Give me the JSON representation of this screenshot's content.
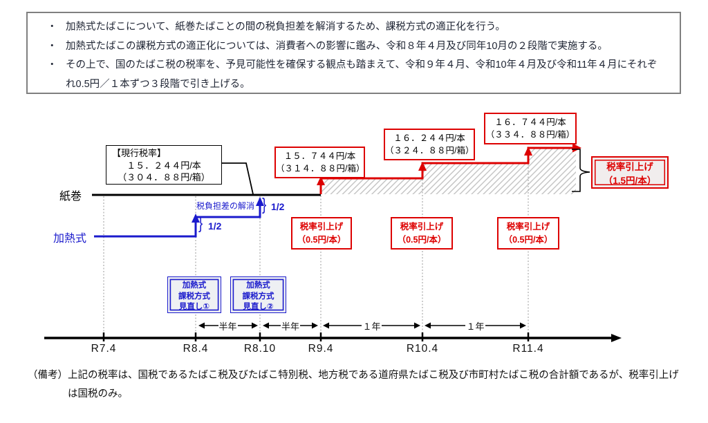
{
  "notes": {
    "bullet": "・",
    "items": [
      "加熱式たばこについて、紙巻たばことの間の税負担差を解消するため、課税方式の適正化を行う。",
      "加熱式たばこの課税方式の適正化については、消費者への影響に鑑み、令和８年４月及び同年10月の２段階で実施する。",
      "その上で、国のたばこ税の税率を、予見可能性を確保する観点も踏まえて、令和９年４月、令和10年４月及び令和11年４月にそれぞれ0.5円／１本ずつ３段階で引き上げる。"
    ]
  },
  "diagram": {
    "current_tax": {
      "title": "【現行税率】",
      "per_stick": "１５．２４４円/本",
      "per_pack": "（３０４．８８円/箱）"
    },
    "prices": [
      {
        "per_stick": "１５．７４４円/本",
        "per_pack": "（３１４．８８円/箱）"
      },
      {
        "per_stick": "１６．２４４円/本",
        "per_pack": "（３２４．８８円/箱）"
      },
      {
        "per_stick": "１６．７４４円/本",
        "per_pack": "（３３４．８８円/箱）"
      }
    ],
    "step_increases": [
      {
        "title": "税率引上げ",
        "amount": "（0.5円/本）"
      },
      {
        "title": "税率引上げ",
        "amount": "（0.5円/本）"
      },
      {
        "title": "税率引上げ",
        "amount": "（0.5円/本）"
      }
    ],
    "total_increase": {
      "title": "税率引上げ",
      "amount": "（1.5円/本）"
    },
    "reviews": [
      {
        "line1": "加熱式",
        "line2": "課税方式",
        "line3": "見直し①"
      },
      {
        "line1": "加熱式",
        "line2": "課税方式",
        "line3": "見直し②"
      }
    ],
    "rows": {
      "cigarette": "紙巻",
      "heated": "加熱式"
    },
    "gap_label": "税負担差の解消",
    "half_label": "1/2",
    "brace": "}"
  },
  "timeline": {
    "ticks": [
      "R7.4",
      "R8.4",
      "R8.10",
      "R9.4",
      "R10.4",
      "R11.4"
    ],
    "intervals": [
      "半年",
      "半年",
      "１年",
      "１年"
    ]
  },
  "footnote": {
    "marker": "（備考）",
    "text": "上記の税率は、国税であるたばこ税及びたばこ特別税、地方税である道府県たばこ税及び市町村たばこ税の合計額であるが、税率引上げは国税のみ。"
  },
  "colors": {
    "red": "#dd0000",
    "blue": "#1a1acc",
    "hatch": "#bdbdbd"
  }
}
